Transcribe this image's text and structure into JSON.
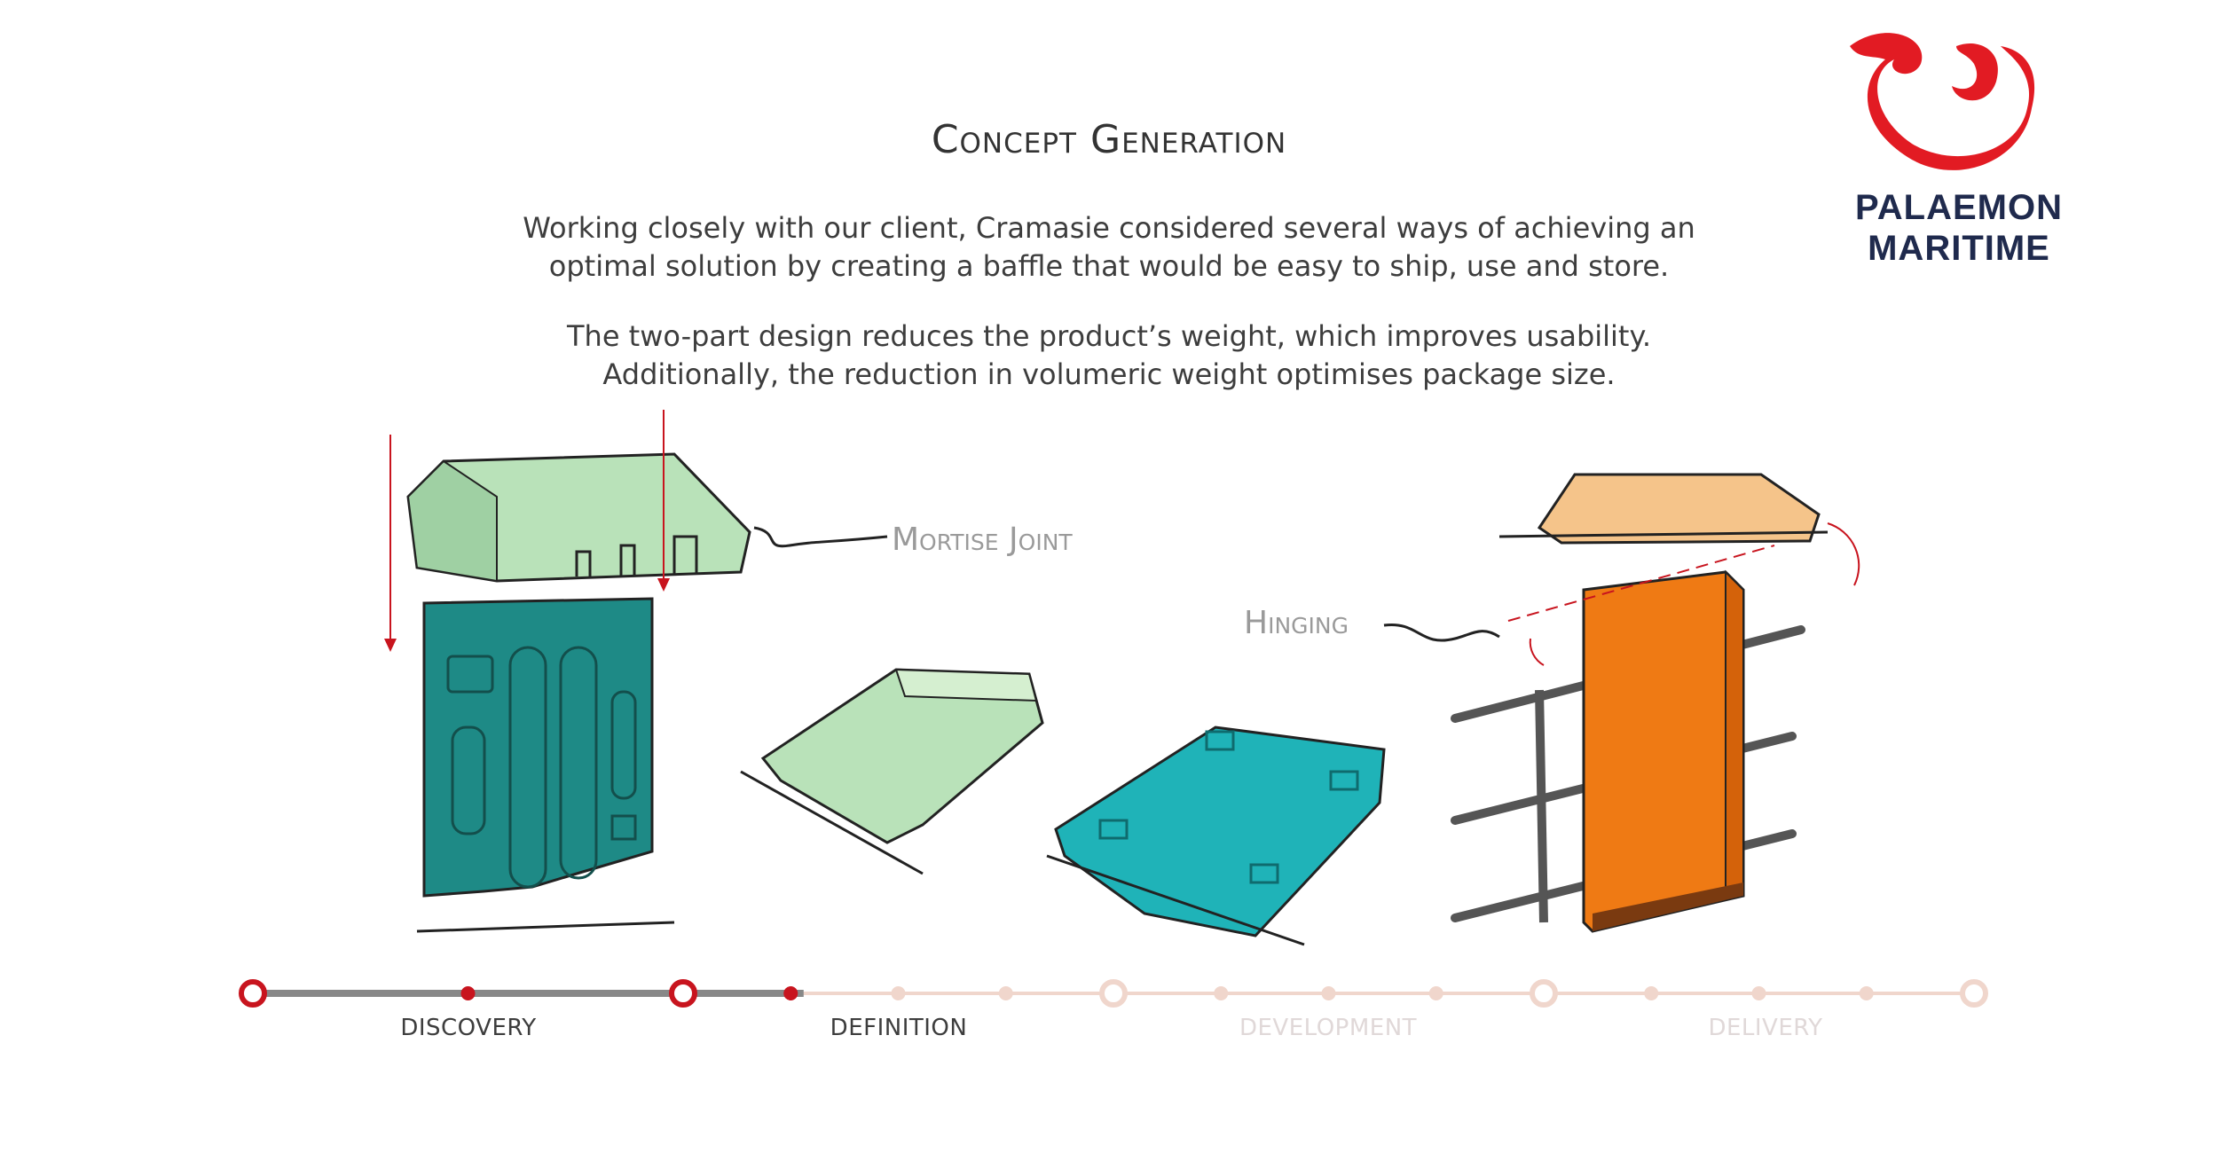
{
  "heading": "Concept Generation",
  "intro": {
    "line1": "Working closely with our client, Cramasie considered several ways of achieving an",
    "line2": "optimal solution by creating a baffle that would be easy to ship, use and store.",
    "line3": "The two-part design reduces the product’s weight, which improves usability.",
    "line4": "Additionally, the reduction in volumeric weight optimises package size."
  },
  "callouts": {
    "mortise": "Mortise Joint",
    "hinging": "Hinging"
  },
  "brand": {
    "line1": "PALAEMON",
    "line2": "MARITIME",
    "red": "#e21b23",
    "navy": "#1f2a4d"
  },
  "timeline": {
    "stages": [
      "DISCOVERY",
      "DEFINITION",
      "DEVELOPMENT",
      "DELIVERY"
    ],
    "active_color": "#c8141e",
    "inactive_color": "#f0d6cc",
    "progress_percent": 32
  },
  "colors": {
    "teal": "#1e8a86",
    "mint": "#b9e2b9",
    "orange": "#ef7a14",
    "light_orange": "#f5c48a"
  }
}
